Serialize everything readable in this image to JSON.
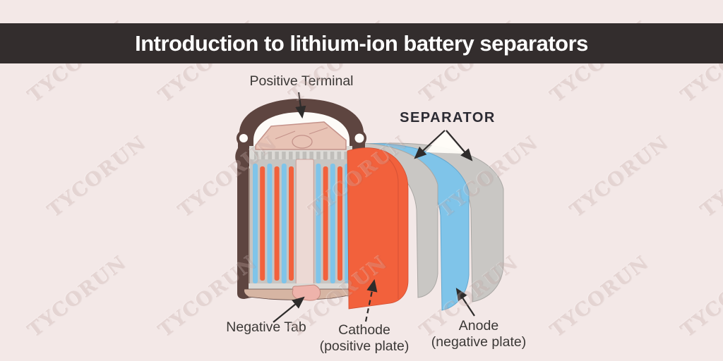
{
  "banner": {
    "title": "Introduction to lithium-ion battery separators"
  },
  "watermark": {
    "text": "TYCORUN"
  },
  "labels": {
    "positive_terminal": "Positive Terminal",
    "separator": "SEPARATOR",
    "negative_tab": "Negative Tab",
    "cathode_line1": "Cathode",
    "cathode_line2": "(positive plate)",
    "anode_line1": "Anode",
    "anode_line2": "(negative plate)"
  },
  "colors": {
    "page-bg": "#f3e8e7",
    "banner-bg": "#332d2d",
    "banner-text": "#ffffff",
    "label-text": "#3b3836",
    "separator-label-text": "#2c2b33",
    "arrow": "#2e2c2b",
    "casing": "#5e4540",
    "casing-lining": "#b3a196",
    "casing-base-tan": "#d6b5a3",
    "cap-pink": "#e8c3b5",
    "cap-pink-edge": "#c4928a",
    "crimp-gray": "#dcdad6",
    "crimp-notch": "#c0beba",
    "cell-gray": "#c7c5c2",
    "cathode-orange": "#f2613c",
    "cathode-orange-edge": "#d14f33",
    "anode-blue": "#7fc4e9",
    "anode-blue-edge": "#64a8cf",
    "core-pink": "#ecd9d4",
    "separator-gray": "#c9c7c4",
    "separator-gray-edge": "#a9a7a4",
    "dome-white": "#fdfbf8",
    "tab-pink": "#eeb3ab",
    "tab-pink-edge": "#c4897f",
    "base-gray": "#dcd9d5",
    "watermark": "#c5a8a5"
  },
  "illustration": {
    "stripe_sequence": [
      "anode-blue",
      "cathode-orange",
      "anode-blue",
      "cathode-orange",
      "anode-blue",
      "cathode-orange",
      "core-pink",
      "anode-blue",
      "cathode-orange",
      "anode-blue",
      "cathode-orange",
      "anode-blue"
    ]
  }
}
